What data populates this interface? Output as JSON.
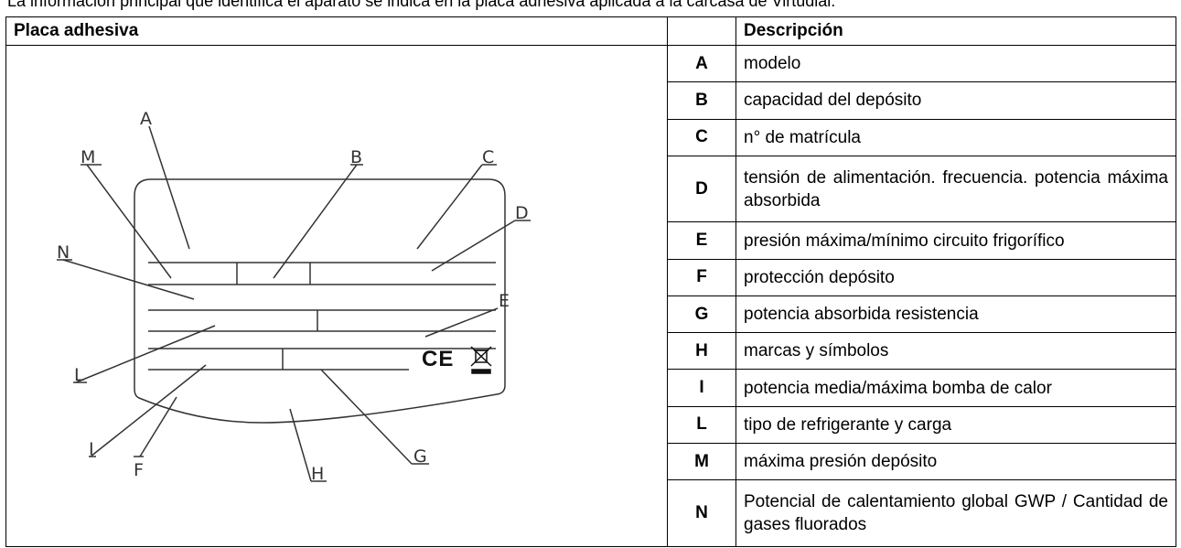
{
  "intro_text": "La información principal que identifica el aparato se indica en la placa adhesiva aplicada a la carcasa de Virtudial.",
  "header": {
    "plate_title": "Placa adhesiva",
    "empty": "",
    "description_title": "Descripción"
  },
  "plate": {
    "labels": [
      "A",
      "B",
      "C",
      "D",
      "E",
      "M",
      "N",
      "L",
      "I",
      "F",
      "H",
      "G"
    ],
    "ce_mark": "CE",
    "weee_icon": "crossed-out-bin-icon"
  },
  "rows": [
    {
      "letter": "A",
      "description": "modelo"
    },
    {
      "letter": "B",
      "description": "capacidad del depósito"
    },
    {
      "letter": "C",
      "description": "n° de matrícula"
    },
    {
      "letter": "D",
      "description": "tensión de alimentación. frecuencia. potencia máxima absorbida"
    },
    {
      "letter": "E",
      "description": "presión máxima/mínimo circuito frigorífico"
    },
    {
      "letter": "F",
      "description": "protección depósito"
    },
    {
      "letter": "G",
      "description": "potencia absorbida resistencia"
    },
    {
      "letter": "H",
      "description": "marcas y símbolos"
    },
    {
      "letter": "I",
      "description": "potencia media/máxima bomba de calor"
    },
    {
      "letter": "L",
      "description": "tipo de refrigerante y carga"
    },
    {
      "letter": "M",
      "description": "máxima presión depósito"
    },
    {
      "letter": "N",
      "description": "Potencial de calentamiento global GWP / Cantidad de gases fluorados"
    }
  ]
}
